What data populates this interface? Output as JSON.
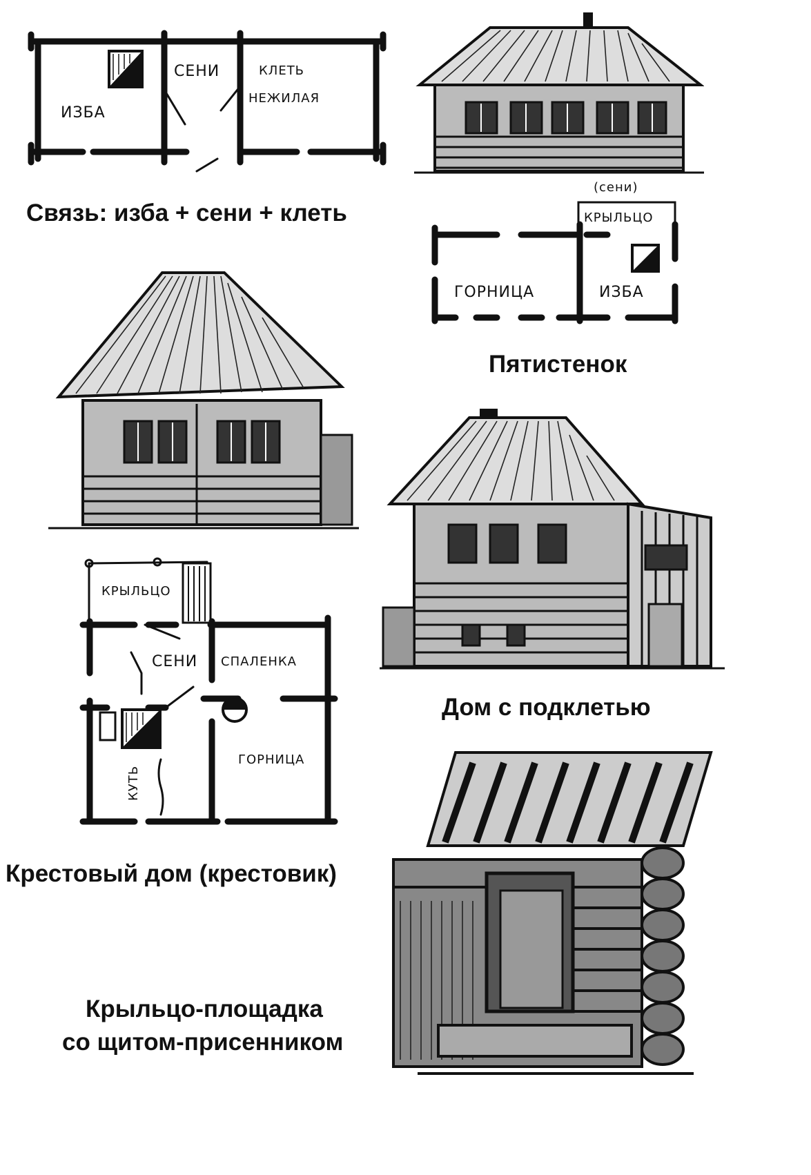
{
  "captions": {
    "svyaz": "Связь: изба + сени + клеть",
    "pyatistenok": "Пятистенок",
    "dom_podkletyu": "Дом с подклетью",
    "krestovy": "Крестовый дом (крестовик)",
    "krylco_line1": "Крыльцо-площадка",
    "krylco_line2": "со щитом-присенником"
  },
  "plan_svyaz": {
    "izba": "ИЗБА",
    "seni": "СЕНИ",
    "klet_line1": "КЛЕТЬ",
    "klet_line2": "НЕЖИЛАЯ"
  },
  "plan_pyatistenok": {
    "seni": "(сени)",
    "krylco": "КРЫЛЬЦО",
    "gornica": "ГОРНИЦА",
    "izba": "ИЗБА"
  },
  "plan_krestovy": {
    "krylco": "КРЫЛЬЦО",
    "seni": "СЕНИ",
    "spalenka": "СПАЛЕНКА",
    "gornica": "ГОРНИЦА",
    "kut": "КУТЬ"
  }
}
